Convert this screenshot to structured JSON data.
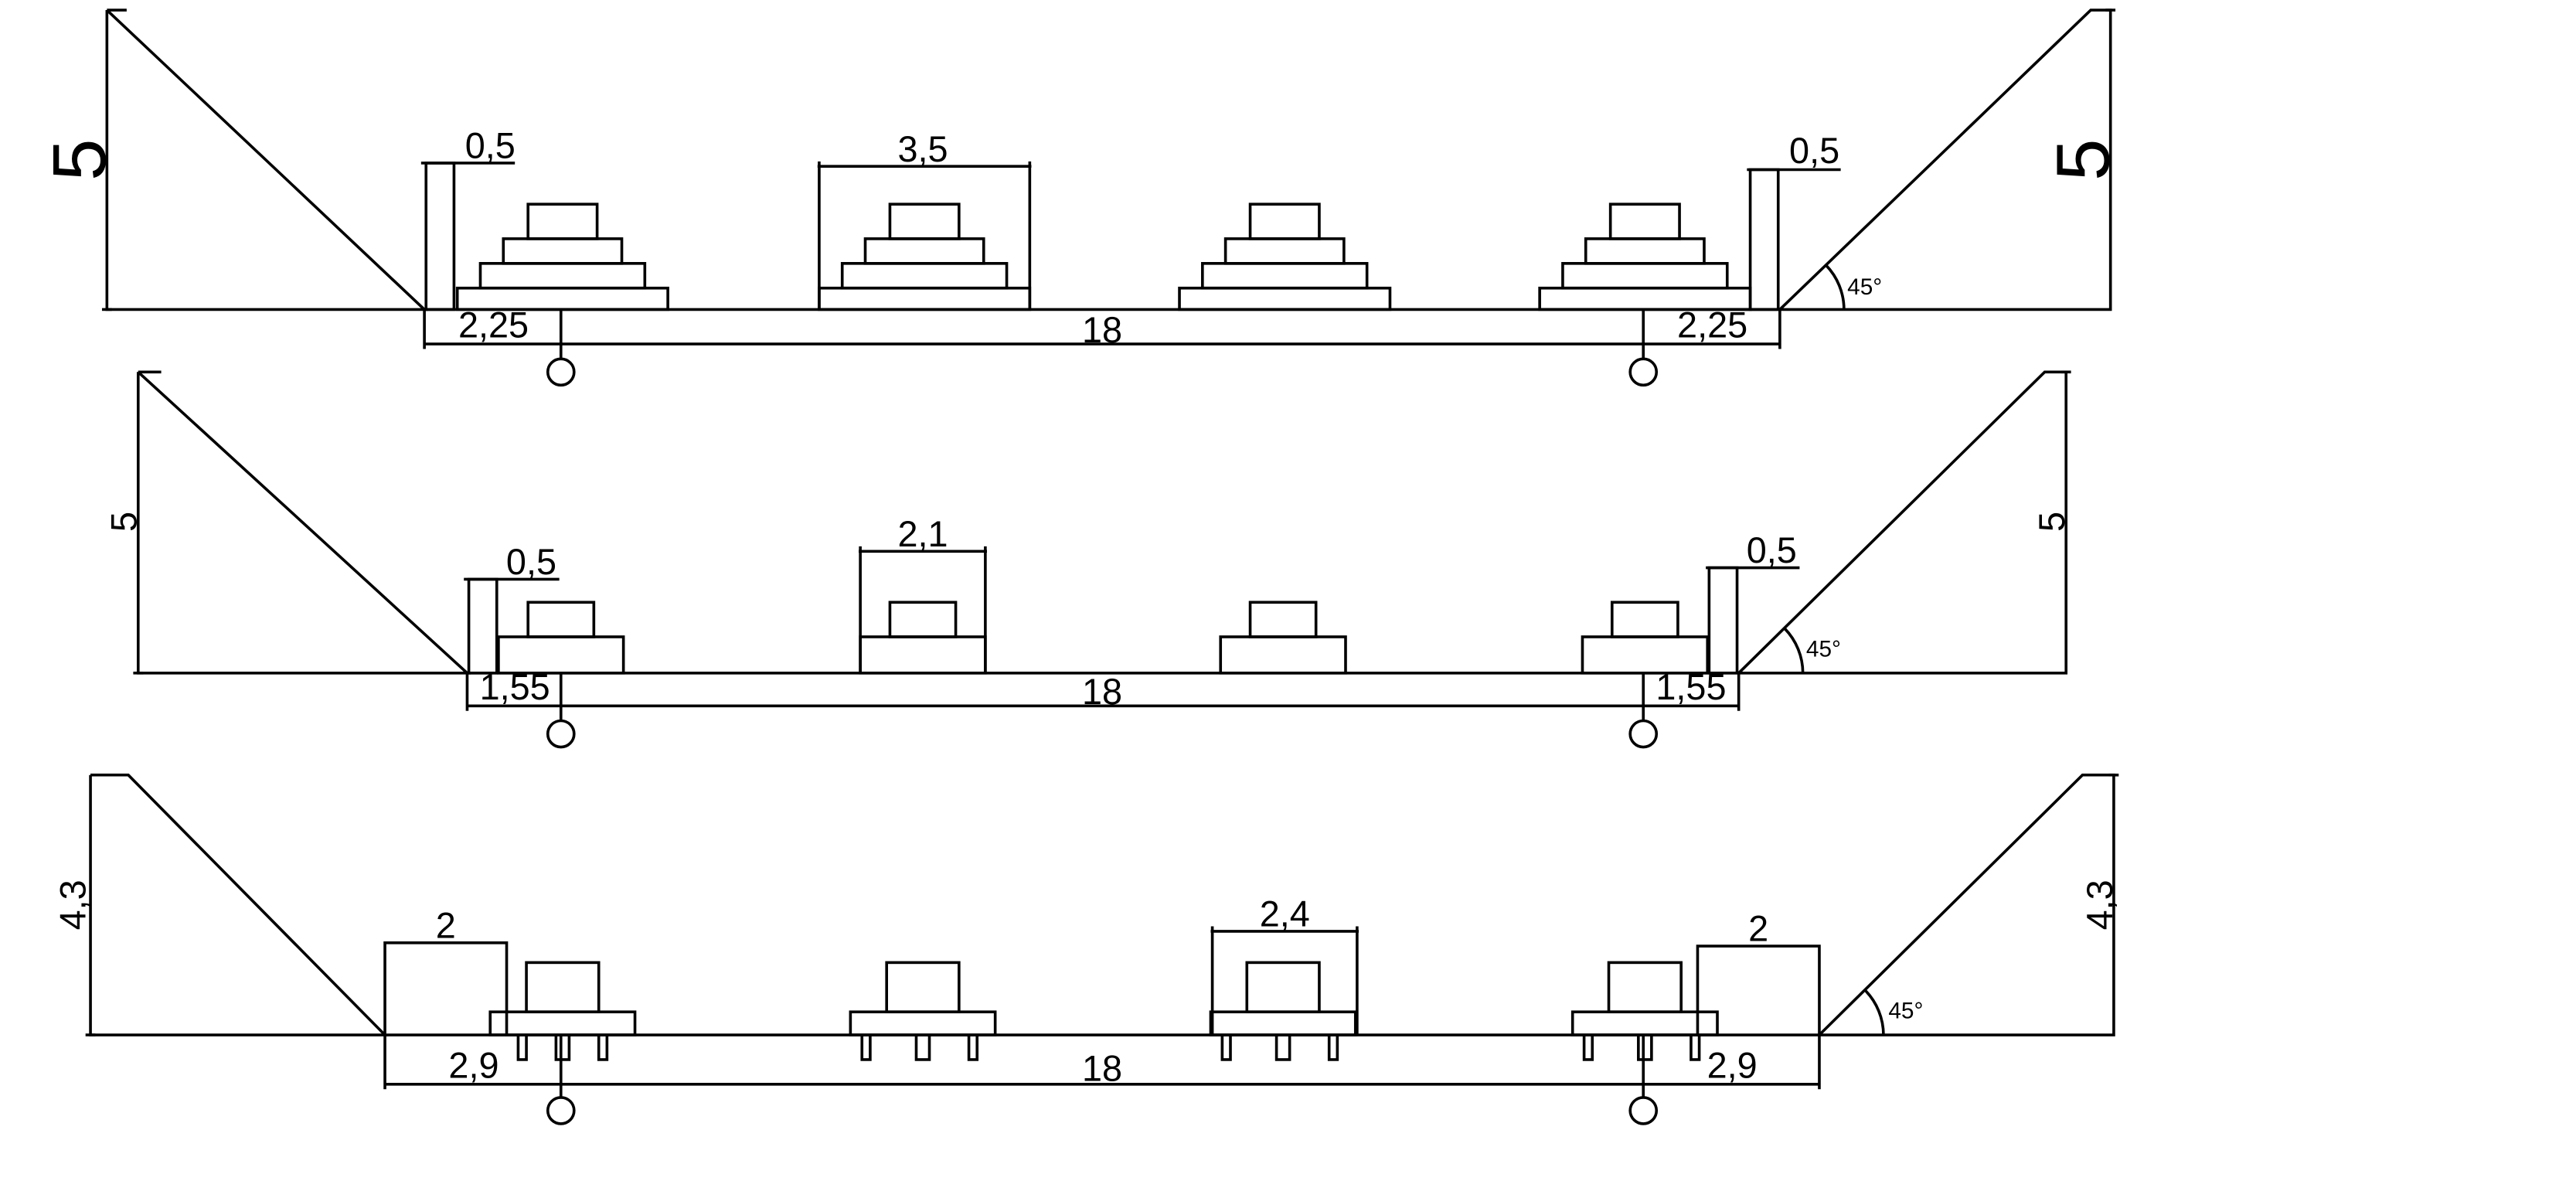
{
  "sections": [
    {
      "left_height": "5",
      "right_height": "5",
      "left_wall_thickness": "0,5",
      "right_wall_thickness": "0,5",
      "footing_width": "3,5",
      "left_offset": "2,25",
      "right_offset": "2,25",
      "span": "18",
      "slope_angle": "45°"
    },
    {
      "left_height": "5",
      "right_height": "5",
      "left_wall_thickness": "0,5",
      "right_wall_thickness": "0,5",
      "footing_width": "2,1",
      "left_offset": "1,55",
      "right_offset": "1,55",
      "span": "18",
      "slope_angle": "45°"
    },
    {
      "left_height": "4,3",
      "right_height": "4,3",
      "left_wall_thickness": "2",
      "right_wall_thickness": "2",
      "footing_width": "2,4",
      "left_offset": "2,9",
      "right_offset": "2,9",
      "span": "18",
      "slope_angle": "45°"
    }
  ]
}
